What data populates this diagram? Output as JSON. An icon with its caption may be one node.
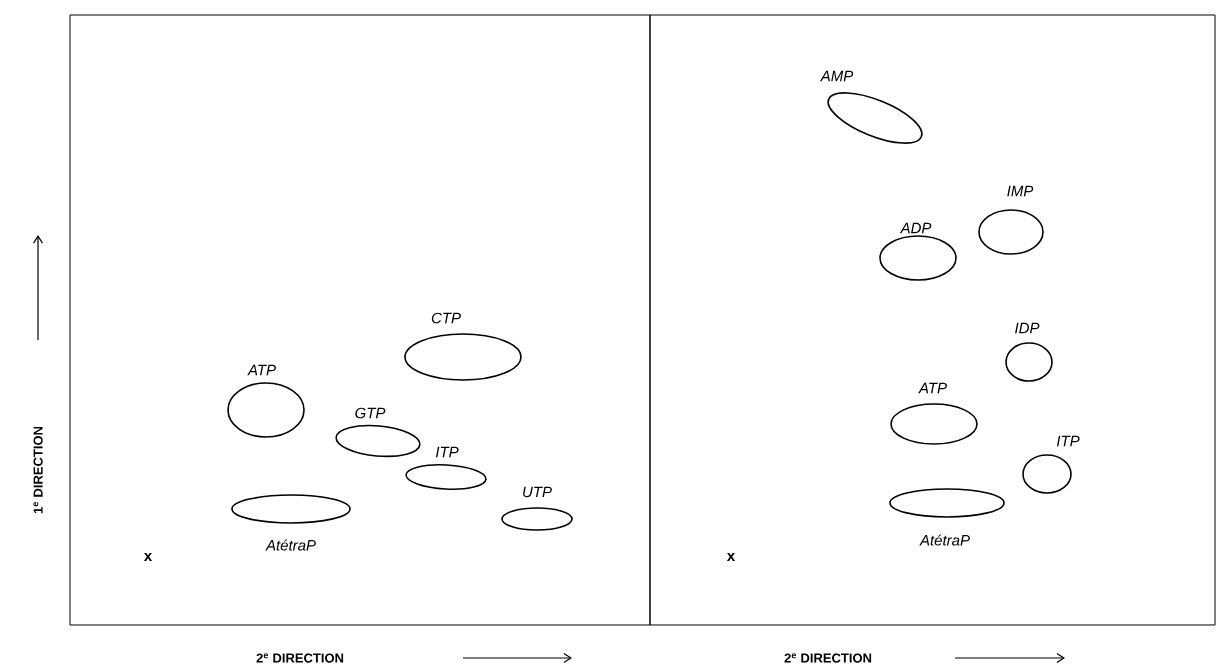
{
  "diagram": {
    "nodes": [
      {
        "text": [],
        "shape": "box"
      },
      {
        "text": [
          "CTP"
        ],
        "in": 0
      },
      {
        "text": [
          "ATP"
        ],
        "in": 0
      },
      {
        "text": [
          "GTP"
        ],
        "in": 0
      },
      {
        "text": [
          "ITP"
        ],
        "in": 0
      },
      {
        "text": [
          "UTP"
        ],
        "in": 0
      },
      {
        "text": [
          "AtétraP"
        ],
        "in": 0
      },
      {
        "text": [],
        "shape": "box"
      },
      {
        "text": [
          "AMP"
        ],
        "in": 7
      },
      {
        "text": [
          "IMP"
        ],
        "in": 7
      },
      {
        "text": [
          "ADP"
        ],
        "in": 7
      },
      {
        "text": [
          "IDP"
        ],
        "in": 7
      },
      {
        "text": [
          "ATP"
        ],
        "in": 7
      },
      {
        "text": [
          "ITP"
        ],
        "in": 7
      },
      {
        "text": [
          "AtétraP"
        ],
        "in": 7
      }
    ],
    "edges": [],
    "labels": [
      "1$^{e}$ DIRECTION",
      "x",
      "x",
      "2$^{e}$ DIRECTION",
      "2$^{e}$ DIRECTION"
    ]
  }
}
